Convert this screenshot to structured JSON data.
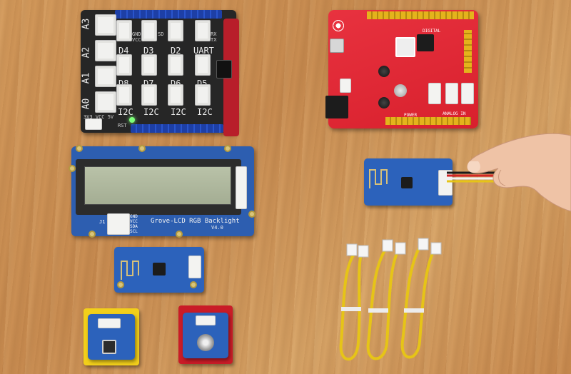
{
  "image": {
    "width": 800,
    "height": 524
  },
  "base_shield": {
    "analog_labels": [
      "A3",
      "A2",
      "A1",
      "A0"
    ],
    "digital_labels": [
      "D4",
      "D3",
      "D2",
      "UART",
      "D8",
      "D7",
      "D6",
      "D5"
    ],
    "i2c_labels": [
      "I2C",
      "I2C",
      "I2C",
      "I2C"
    ],
    "pin_labels": [
      "GND",
      "VCC",
      "SD",
      "RX",
      "TX"
    ],
    "switch_label": "3V3 VCC 5V",
    "reset_label": "RST"
  },
  "seeeduino": {
    "digital_label": "DIGITAL",
    "power_label": "POWER",
    "analog_label": "ANALOG IN"
  },
  "lcd_module": {
    "title": "Grove-LCD RGB Backlight",
    "version": "V4.0",
    "connector_label": "J1",
    "pin_labels": [
      "GND",
      "VCC",
      "SDA",
      "SCL"
    ]
  },
  "colors": {
    "wood": "#c98d52",
    "shield_black": "#262626",
    "board_red": "#d8202d",
    "grove_blue": "#2c62bb",
    "lego_yellow": "#f2cf1a",
    "lego_red": "#c91c27",
    "cable_yellow": "#e6c417",
    "skin": "#efc3a6"
  }
}
